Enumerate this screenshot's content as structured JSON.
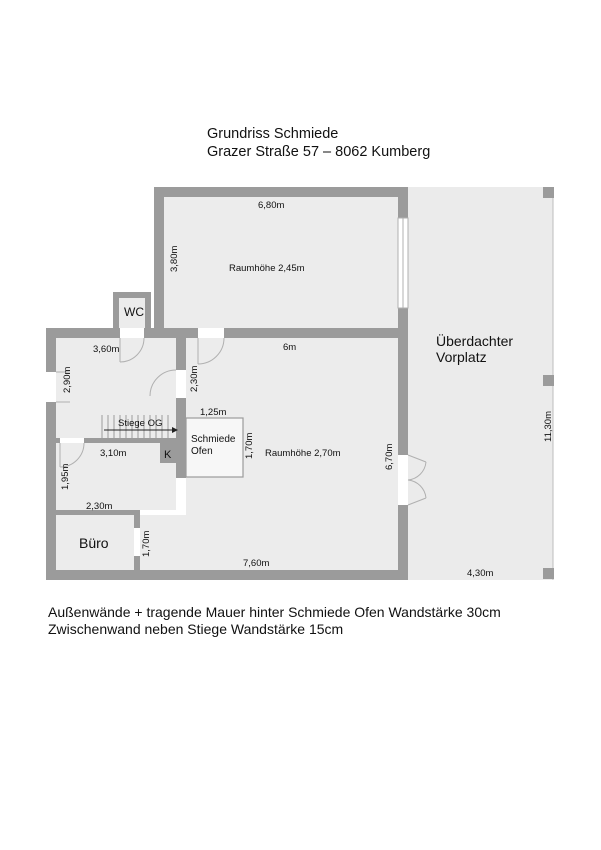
{
  "header": {
    "title": "Grundriss Schmiede",
    "address": "Grazer Straße 57 – 8062 Kumberg"
  },
  "rooms": {
    "wc": "WC",
    "buero": "Büro",
    "k": "K",
    "schmiede_ofen_line1": "Schmiede",
    "schmiede_ofen_line2": "Ofen",
    "vorplatz_line1": "Überdachter",
    "vorplatz_line2": "Vorplatz",
    "raumhoehe_upper": "Raumhöhe 2,45m",
    "raumhoehe_main": "Raumhöhe 2,70m",
    "stiege": "Stiege OG"
  },
  "dimensions": {
    "top_width": "6,80m",
    "top_height": "3,80m",
    "left_width": "3,60m",
    "main_width": "6m",
    "left_height": "2,90m",
    "partition_height": "2,30m",
    "ofen_width": "1,25m",
    "ofen_height": "1,70m",
    "stair_width": "3,10m",
    "lower_left_height": "1,95m",
    "buero_width": "2,30m",
    "buero_height": "1,70m",
    "bottom_width": "7,60m",
    "main_height": "6,70m",
    "vorplatz_height": "11,30m",
    "vorplatz_width": "4,30m"
  },
  "notes": {
    "line1": "Außenwände + tragende Mauer hinter Schmiede Ofen Wandstärke 30cm",
    "line2": "Zwischenwand neben Stiege Wandstärke 15cm"
  },
  "colors": {
    "wall": "#9b9b9b",
    "floor": "#ececec",
    "vorplatz": "#ebebeb",
    "k_box": "#9b9b9b"
  }
}
